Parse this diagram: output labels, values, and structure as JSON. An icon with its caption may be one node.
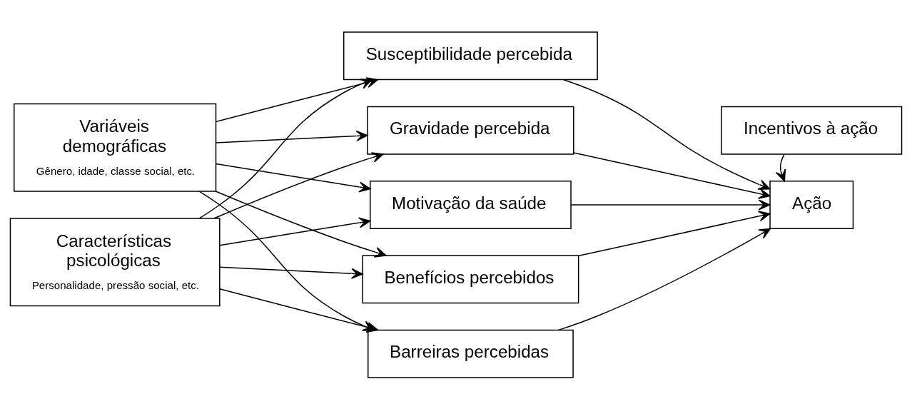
{
  "diagram": {
    "nodes": [
      {
        "text": [
          "Variáveis demográficas",
          "Gênero, idade, classe social, etc."
        ]
      },
      {
        "text": [
          "Características psicológicas",
          "Personalidade, pressão social, etc."
        ]
      },
      {
        "text": [
          "Susceptibilidade percebida"
        ]
      },
      {
        "text": [
          "Gravidade percebida"
        ]
      },
      {
        "text": [
          "Motivação da saúde"
        ]
      },
      {
        "text": [
          "Benefícios percebidos"
        ]
      },
      {
        "text": [
          "Barreiras percebidas"
        ]
      },
      {
        "text": [
          "Ação"
        ]
      },
      {
        "text": [
          "Incentivos à ação"
        ]
      }
    ],
    "edges": [
      {
        "from": 0,
        "to": 2,
        "arrow": "to"
      },
      {
        "from": 0,
        "to": 3,
        "arrow": "to"
      },
      {
        "from": 0,
        "to": 4,
        "arrow": "to"
      },
      {
        "from": 0,
        "to": 5,
        "arrow": "to"
      },
      {
        "from": 0,
        "to": 6,
        "arrow": "to"
      },
      {
        "from": 1,
        "to": 2,
        "arrow": "to"
      },
      {
        "from": 1,
        "to": 3,
        "arrow": "to"
      },
      {
        "from": 1,
        "to": 4,
        "arrow": "to"
      },
      {
        "from": 1,
        "to": 5,
        "arrow": "to"
      },
      {
        "from": 1,
        "to": 6,
        "arrow": "to"
      },
      {
        "from": 2,
        "to": 7,
        "arrow": "to"
      },
      {
        "from": 3,
        "to": 7,
        "arrow": "to"
      },
      {
        "from": 4,
        "to": 7,
        "arrow": "to"
      },
      {
        "from": 5,
        "to": 7,
        "arrow": "to"
      },
      {
        "from": 6,
        "to": 7,
        "arrow": "to"
      },
      {
        "from": 8,
        "to": 7,
        "arrow": "to"
      }
    ]
  }
}
